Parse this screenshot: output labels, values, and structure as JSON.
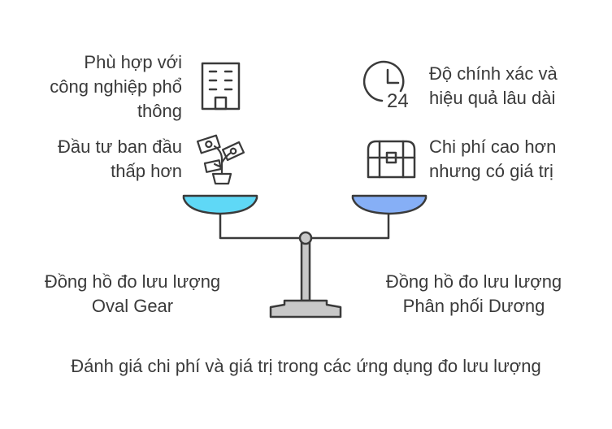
{
  "left": {
    "benefit_1": [
      "Phù hợp với",
      "công nghiệp phổ",
      "thông"
    ],
    "benefit_2": [
      "Đầu tư ban đầu",
      "thấp hơn"
    ],
    "option_label": [
      "Đồng hồ đo lưu lượng",
      "Oval Gear"
    ],
    "icons": [
      "building-icon",
      "money-plant-icon"
    ],
    "pan_color": "#5fd8f6"
  },
  "right": {
    "benefit_1": [
      "Độ chính xác và",
      "hiệu quả lâu dài"
    ],
    "benefit_2": [
      "Chi phí cao hơn",
      "nhưng có giá trị"
    ],
    "option_label": [
      "Đồng hồ đo lưu lượng",
      "Phân phối Dương"
    ],
    "icons": [
      "clock-24-icon",
      "treasure-chest-icon"
    ],
    "pan_color": "#86aff6"
  },
  "caption": "Đánh giá chi phí và giá trị trong các ứng dụng đo lưu lượng",
  "colors": {
    "stroke": "#3a3a3a",
    "stand": "#c8c8c8",
    "text": "#3a3a3a"
  }
}
